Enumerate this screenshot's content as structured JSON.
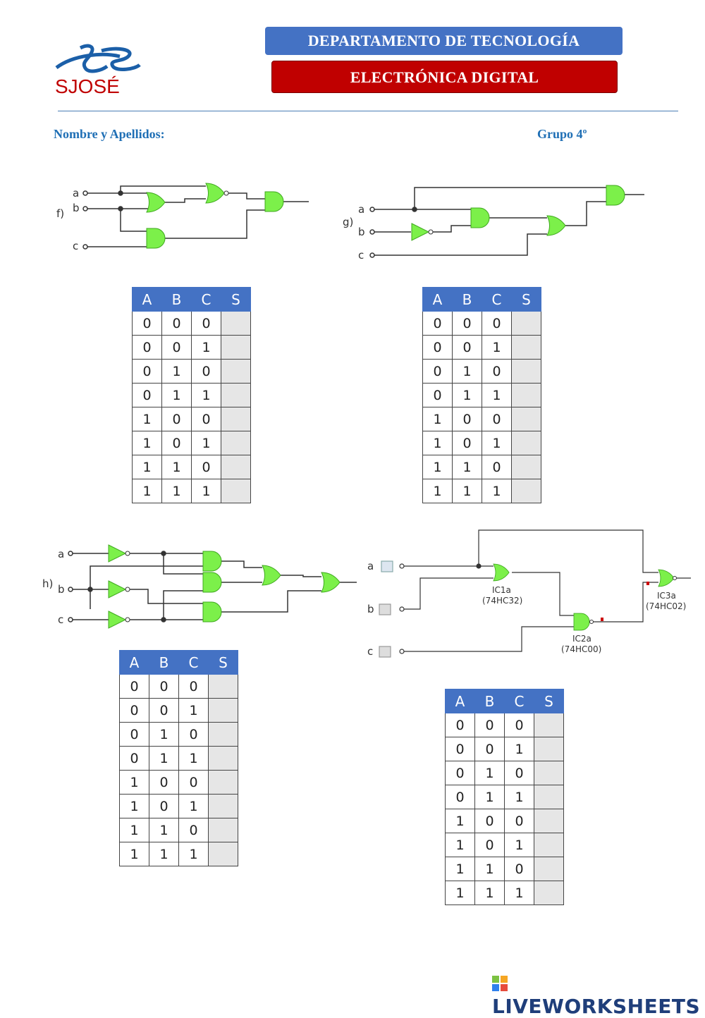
{
  "header": {
    "department": "DEPARTAMENTO DE TECNOLOGÍA",
    "subject": "ELECTRÓNICA DIGITAL",
    "logo_text": "SJOSÉ"
  },
  "form": {
    "name_label": "Nombre y Apellidos:",
    "group_label": "Grupo 4º"
  },
  "circuits": {
    "f": {
      "label": "f)",
      "inputs": [
        "a",
        "b",
        "c"
      ]
    },
    "g": {
      "label": "g)",
      "inputs": [
        "a",
        "b",
        "c"
      ]
    },
    "h": {
      "label": "h)",
      "inputs": [
        "a",
        "b",
        "c"
      ]
    },
    "i": {
      "inputs": [
        "a",
        "b",
        "c"
      ],
      "ic1": "IC1a",
      "ic1_part": "(74HC32)",
      "ic2": "IC2a",
      "ic2_part": "(74HC00)",
      "ic3": "IC3a",
      "ic3_part": "(74HC02)"
    }
  },
  "truth_table": {
    "headers": [
      "A",
      "B",
      "C",
      "S"
    ],
    "rows": [
      [
        "0",
        "0",
        "0"
      ],
      [
        "0",
        "0",
        "1"
      ],
      [
        "0",
        "1",
        "0"
      ],
      [
        "0",
        "1",
        "1"
      ],
      [
        "1",
        "0",
        "0"
      ],
      [
        "1",
        "0",
        "1"
      ],
      [
        "1",
        "1",
        "0"
      ],
      [
        "1",
        "1",
        "1"
      ]
    ]
  },
  "footer": {
    "brand": "LIVEWORKSHEETS"
  },
  "colors": {
    "blue_header": "#4472c4",
    "red_header": "#c00000",
    "gate_green": "#7cf04a",
    "label_blue": "#1f6fb5"
  }
}
